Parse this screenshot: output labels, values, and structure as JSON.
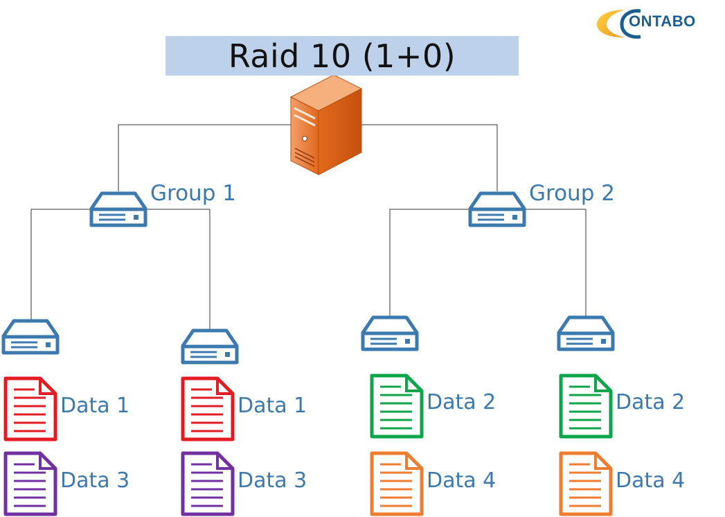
{
  "title": "Raid 10 (1+0)",
  "logo": {
    "text": "ONTABO",
    "icon": "contabo-c-logo"
  },
  "server": {
    "icon": "server-tower-icon",
    "color": "#e0671c"
  },
  "groups": [
    {
      "label": "Group 1",
      "icon": "hard-drive-icon"
    },
    {
      "label": "Group 2",
      "icon": "hard-drive-icon"
    }
  ],
  "disks": [
    {
      "group": "Group 1",
      "icon": "hard-drive-icon",
      "files": [
        {
          "label": "Data 1",
          "color": "#e31b23",
          "icon": "document-icon"
        },
        {
          "label": "Data 3",
          "color": "#7030a0",
          "icon": "document-icon"
        }
      ]
    },
    {
      "group": "Group 1",
      "icon": "hard-drive-icon",
      "files": [
        {
          "label": "Data 1",
          "color": "#e31b23",
          "icon": "document-icon"
        },
        {
          "label": "Data 3",
          "color": "#7030a0",
          "icon": "document-icon"
        }
      ]
    },
    {
      "group": "Group 2",
      "icon": "hard-drive-icon",
      "files": [
        {
          "label": "Data 2",
          "color": "#0ea44a",
          "icon": "document-icon"
        },
        {
          "label": "Data 4",
          "color": "#ee7d31",
          "icon": "document-icon"
        }
      ]
    },
    {
      "group": "Group 2",
      "icon": "hard-drive-icon",
      "files": [
        {
          "label": "Data 2",
          "color": "#0ea44a",
          "icon": "document-icon"
        },
        {
          "label": "Data 4",
          "color": "#ee7d31",
          "icon": "document-icon"
        }
      ]
    }
  ],
  "colors": {
    "drive": "#3b79ae",
    "label": "#3b79ae",
    "connector": "#333333",
    "title_bg": "#bdd1ea"
  }
}
